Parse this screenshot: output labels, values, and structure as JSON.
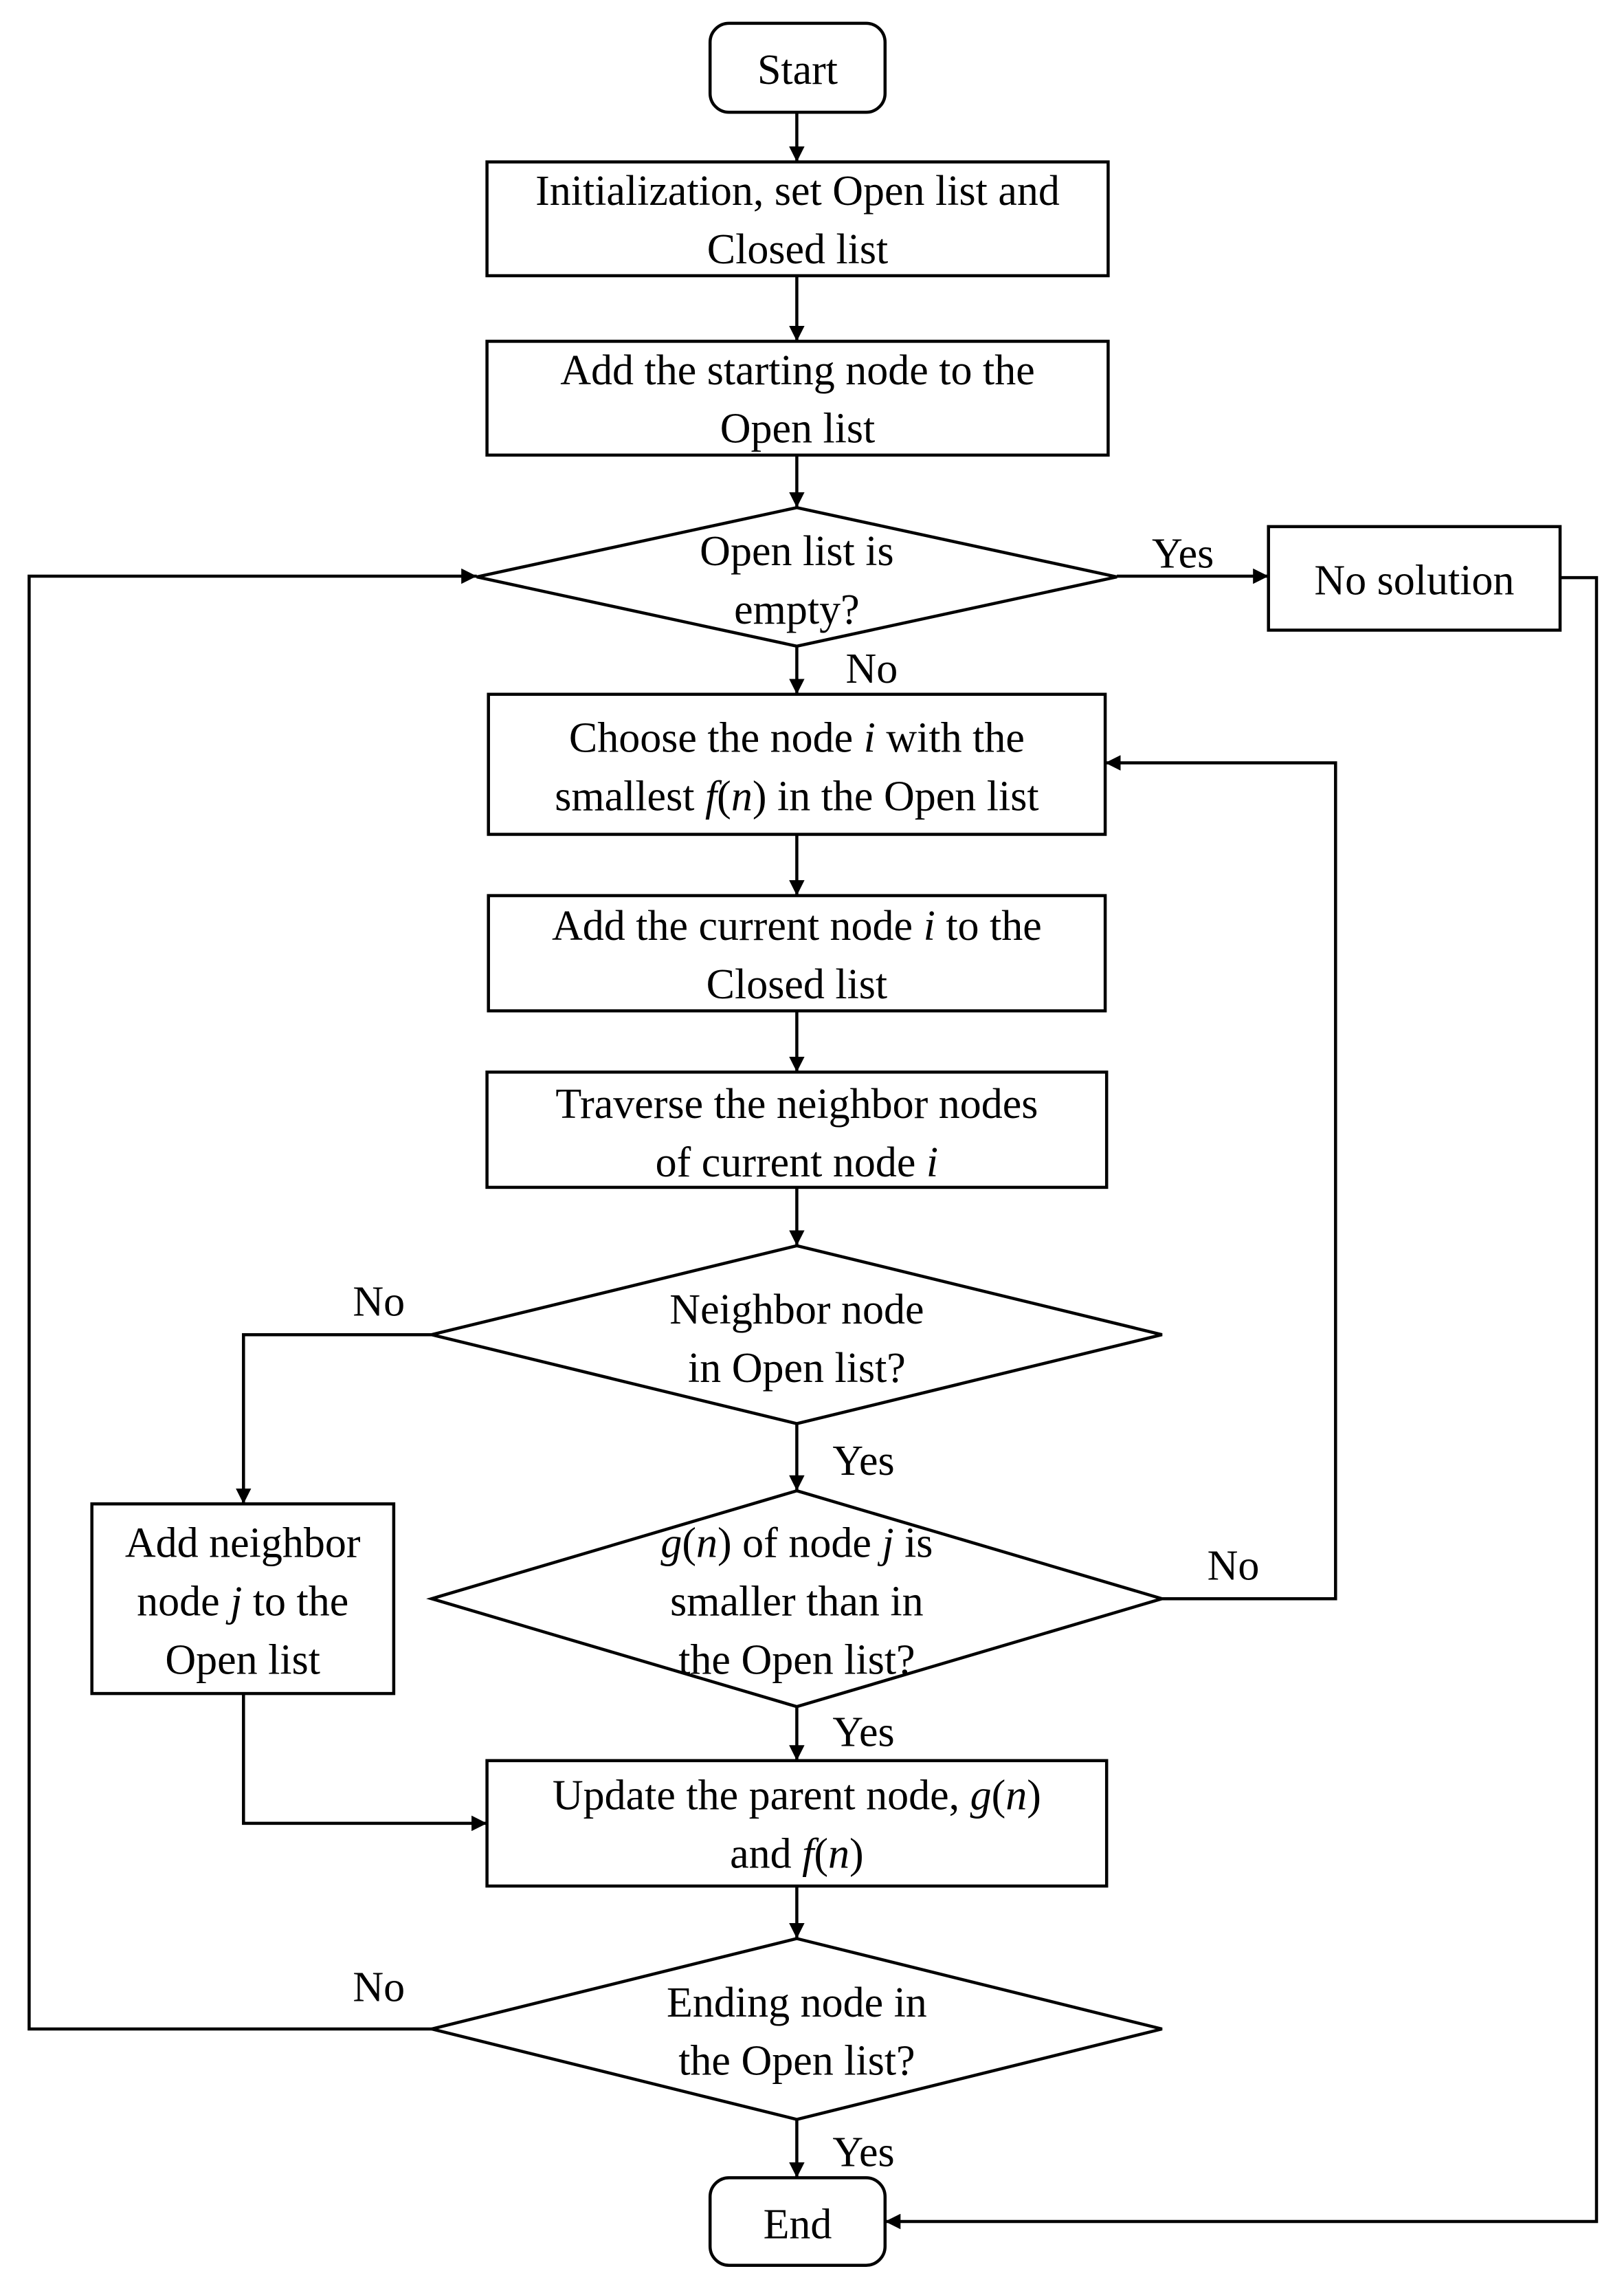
{
  "diagram": {
    "type": "flowchart",
    "nodes": {
      "start": {
        "shape": "terminal",
        "lines": [
          "Start"
        ]
      },
      "init": {
        "shape": "process",
        "lines": [
          "Initialization, set Open list and",
          "Closed list"
        ]
      },
      "add_start": {
        "shape": "process",
        "lines": [
          "Add the starting node to the",
          "Open list"
        ]
      },
      "open_empty": {
        "shape": "decision",
        "lines": [
          "Open list is",
          "empty?"
        ]
      },
      "no_solution": {
        "shape": "process",
        "lines": [
          "No solution"
        ]
      },
      "choose": {
        "shape": "process",
        "lines": [
          "Choose the node i with the",
          "smallest f(n) in the Open list"
        ]
      },
      "add_closed": {
        "shape": "process",
        "lines": [
          "Add the current node i to the",
          "Closed list"
        ]
      },
      "traverse": {
        "shape": "process",
        "lines": [
          "Traverse the neighbor nodes",
          "of current node i"
        ]
      },
      "neighbor_in_open": {
        "shape": "decision",
        "lines": [
          "Neighbor node",
          "in Open list?"
        ]
      },
      "add_neighbor": {
        "shape": "process",
        "lines": [
          "Add neighbor",
          "node j to the",
          "Open list"
        ]
      },
      "g_smaller": {
        "shape": "decision",
        "lines": [
          "g(n) of node j is",
          "smaller than in",
          "the Open list?"
        ]
      },
      "update": {
        "shape": "process",
        "lines": [
          "Update the parent node, g(n)",
          "and f(n)"
        ]
      },
      "ending_in_open": {
        "shape": "decision",
        "lines": [
          "Ending node in",
          "the Open list?"
        ]
      },
      "end": {
        "shape": "terminal",
        "lines": [
          "End"
        ]
      }
    },
    "edges": [
      {
        "from": "start",
        "to": "init",
        "label": ""
      },
      {
        "from": "init",
        "to": "add_start",
        "label": ""
      },
      {
        "from": "add_start",
        "to": "open_empty",
        "label": ""
      },
      {
        "from": "open_empty",
        "to": "no_solution",
        "label": "Yes"
      },
      {
        "from": "open_empty",
        "to": "choose",
        "label": "No"
      },
      {
        "from": "no_solution",
        "to": "end",
        "label": ""
      },
      {
        "from": "choose",
        "to": "add_closed",
        "label": ""
      },
      {
        "from": "add_closed",
        "to": "traverse",
        "label": ""
      },
      {
        "from": "traverse",
        "to": "neighbor_in_open",
        "label": ""
      },
      {
        "from": "neighbor_in_open",
        "to": "add_neighbor",
        "label": "No"
      },
      {
        "from": "neighbor_in_open",
        "to": "g_smaller",
        "label": "Yes"
      },
      {
        "from": "g_smaller",
        "to": "choose",
        "label": "No"
      },
      {
        "from": "g_smaller",
        "to": "update",
        "label": "Yes"
      },
      {
        "from": "add_neighbor",
        "to": "update",
        "label": ""
      },
      {
        "from": "update",
        "to": "ending_in_open",
        "label": ""
      },
      {
        "from": "ending_in_open",
        "to": "open_empty",
        "label": "No"
      },
      {
        "from": "ending_in_open",
        "to": "end",
        "label": "Yes"
      }
    ]
  }
}
